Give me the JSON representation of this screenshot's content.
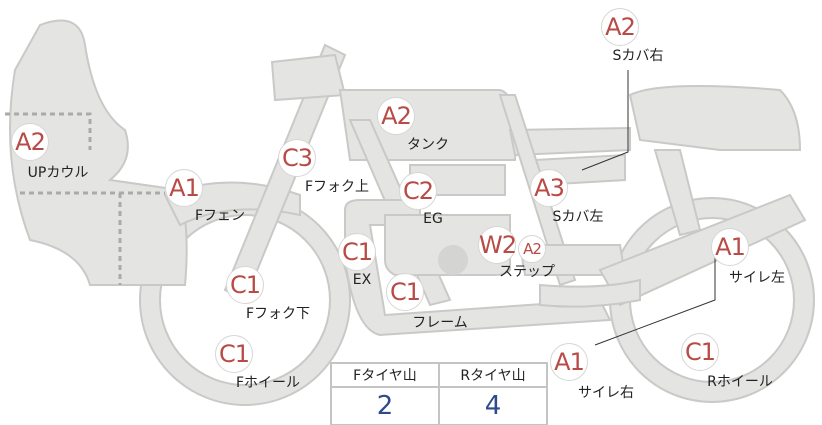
{
  "parts": [
    {
      "id": "s-cover-right",
      "grade": "A2",
      "label": "Sカバ右"
    },
    {
      "id": "up-cowl",
      "grade": "A2",
      "label": "UPカウル"
    },
    {
      "id": "tank",
      "grade": "A2",
      "label": "タンク"
    },
    {
      "id": "f-fork-upper",
      "grade": "C3",
      "label": "Fフォク上"
    },
    {
      "id": "f-fender",
      "grade": "A1",
      "label": "Fフェン"
    },
    {
      "id": "engine",
      "grade": "C2",
      "label": "EG"
    },
    {
      "id": "s-cover-left",
      "grade": "A3",
      "label": "Sカバ左"
    },
    {
      "id": "exhaust",
      "grade": "C1",
      "label": "EX"
    },
    {
      "id": "step",
      "grade": "W2",
      "grade2": "A2",
      "label": "ステップ"
    },
    {
      "id": "silencer-left",
      "grade": "A1",
      "label": "サイレ左"
    },
    {
      "id": "f-fork-lower",
      "grade": "C1",
      "label": "Fフォク下"
    },
    {
      "id": "frame",
      "grade": "C1",
      "label": "フレーム"
    },
    {
      "id": "f-wheel",
      "grade": "C1",
      "label": "Fホイール"
    },
    {
      "id": "silencer-right",
      "grade": "A1",
      "label": "サイレ右"
    },
    {
      "id": "r-wheel",
      "grade": "C1",
      "label": "Rホイール"
    }
  ],
  "tyres": {
    "front_label": "Fタイヤ山",
    "rear_label": "Rタイヤ山",
    "front_value": "2",
    "rear_value": "4"
  },
  "colors": {
    "grade": "#b84b45",
    "body": "#e4e4e2",
    "value": "#2d4a8a"
  }
}
